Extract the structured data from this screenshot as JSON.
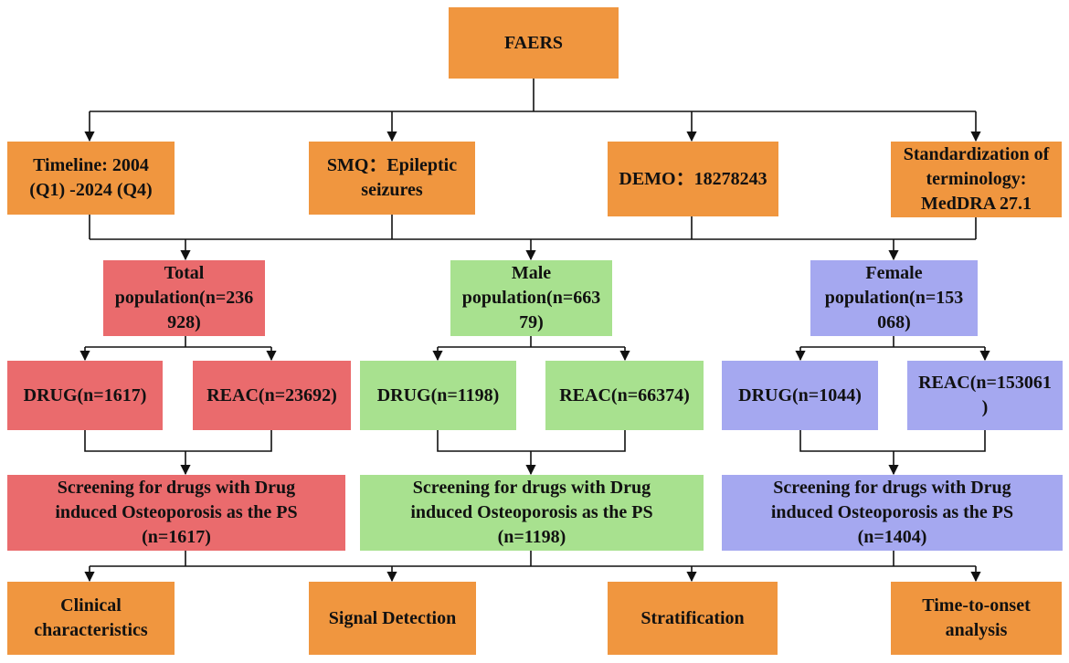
{
  "colors": {
    "orange": "#f0963f",
    "red": "#ea6b6d",
    "green": "#a8e18f",
    "blue": "#a5a8f0",
    "line": "#111111"
  },
  "root": "FAERS",
  "inputs": {
    "timeline": "Timeline: 2004\n(Q1) -2024 (Q4)",
    "smq": "SMQ：Epileptic\nseizures",
    "demo": "DEMO：18278243",
    "terminology": "Standardization of\nterminology:\nMedDRA 27.1"
  },
  "populations": {
    "total": {
      "title": "Total\npopulation(n=236\n928)",
      "drug": "DRUG(n=1617)",
      "reac": "REAC(n=23692)",
      "screening": "Screening for drugs with Drug\ninduced Osteoporosis as the PS\n(n=1617)"
    },
    "male": {
      "title": "Male\npopulation(n=663\n79)",
      "drug": "DRUG(n=1198)",
      "reac": "REAC(n=66374)",
      "screening": "Screening for drugs with Drug\ninduced Osteoporosis as the PS\n(n=1198)"
    },
    "female": {
      "title": "Female\npopulation(n=153\n068)",
      "drug": "DRUG(n=1044)",
      "reac": "REAC(n=153061\n)",
      "screening": "Screening for drugs with Drug\ninduced Osteoporosis as the PS\n(n=1404)"
    }
  },
  "analyses": {
    "clinical": "Clinical\ncharacteristics",
    "signal": "Signal Detection",
    "stratification": "Stratification",
    "tto": "Time-to-onset\nanalysis"
  }
}
